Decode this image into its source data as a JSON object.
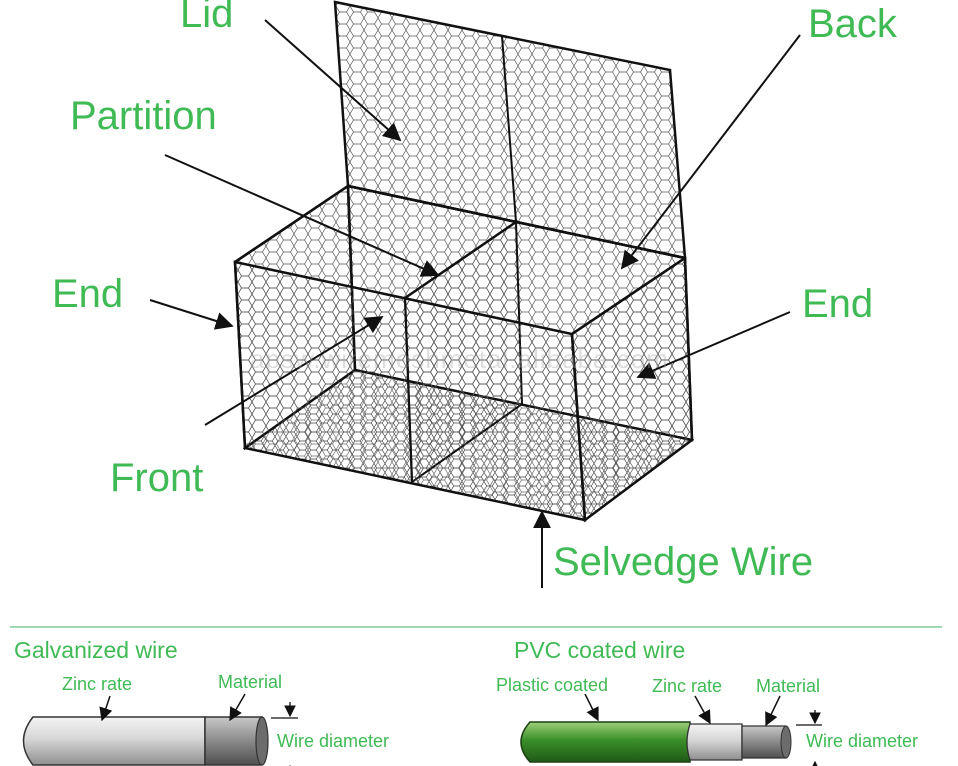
{
  "diagram": {
    "labels": {
      "lid": "Lid",
      "back": "Back",
      "partition": "Partition",
      "end_left": "End",
      "end_right": "End",
      "front": "Front",
      "selvedge": "Selvedge Wire"
    },
    "watermark": "apsw.wiremeshmetal.alibaba.com"
  },
  "wire_types": {
    "galvanized": {
      "title": "Galvanized wire",
      "zinc_rate": "Zinc rate",
      "material": "Material",
      "diameter": "Wire diameter"
    },
    "pvc": {
      "title": "PVC coated wire",
      "plastic": "Plastic coated",
      "zinc_rate": "Zinc rate",
      "material": "Material",
      "diameter": "Wire diameter"
    }
  },
  "colors": {
    "label_green": "#3fba55",
    "pvc_green": "#3a8f2a",
    "steel": "#8c8c8c"
  }
}
